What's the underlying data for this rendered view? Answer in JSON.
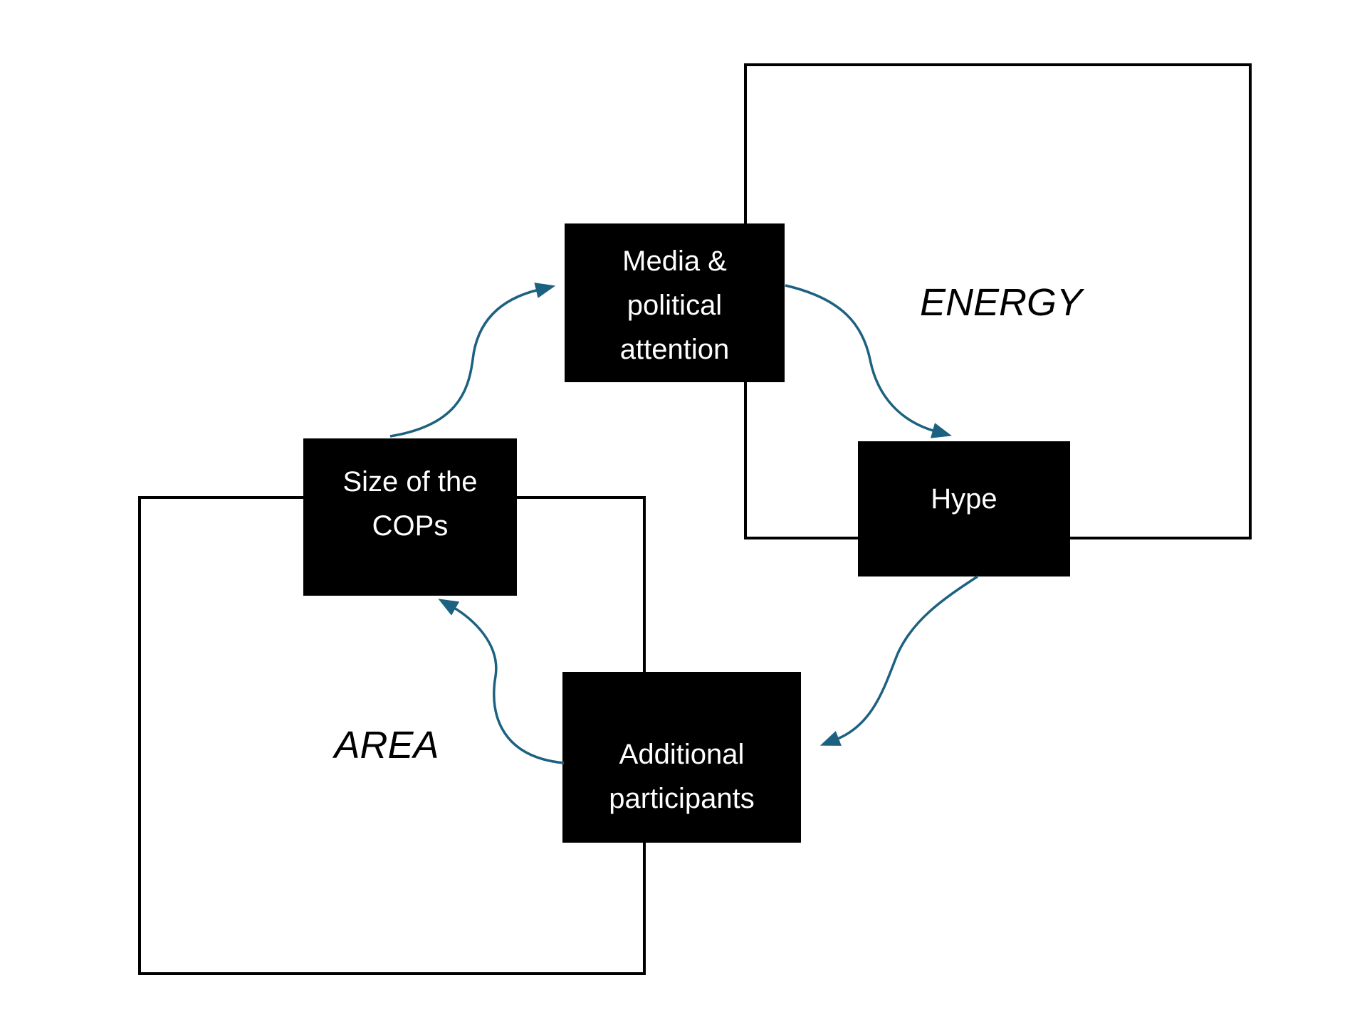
{
  "diagram": {
    "title": "COP size feedback loop diagram",
    "colors": {
      "background": "#ffffff",
      "arrow": "#1d6180",
      "node_background": "#000000",
      "node_text": "#ffffff",
      "region_border": "#000000",
      "region_label_text": "#000000"
    },
    "regions": [
      {
        "id": "energy",
        "label": "ENERGY"
      },
      {
        "id": "area",
        "label": "AREA"
      }
    ],
    "nodes": [
      {
        "id": "media",
        "label": "Media & political attention",
        "lines": [
          "Media &",
          "political",
          "attention"
        ]
      },
      {
        "id": "hype",
        "label": "Hype",
        "lines": [
          "Hype"
        ]
      },
      {
        "id": "additional",
        "label": "Additional participants",
        "lines": [
          "Additional",
          "participants"
        ]
      },
      {
        "id": "size",
        "label": "Size of the COPs",
        "lines": [
          "Size of the",
          "COPs"
        ]
      }
    ],
    "edges": [
      {
        "from": "size",
        "to": "media"
      },
      {
        "from": "media",
        "to": "hype"
      },
      {
        "from": "hype",
        "to": "additional"
      },
      {
        "from": "additional",
        "to": "size"
      }
    ]
  }
}
